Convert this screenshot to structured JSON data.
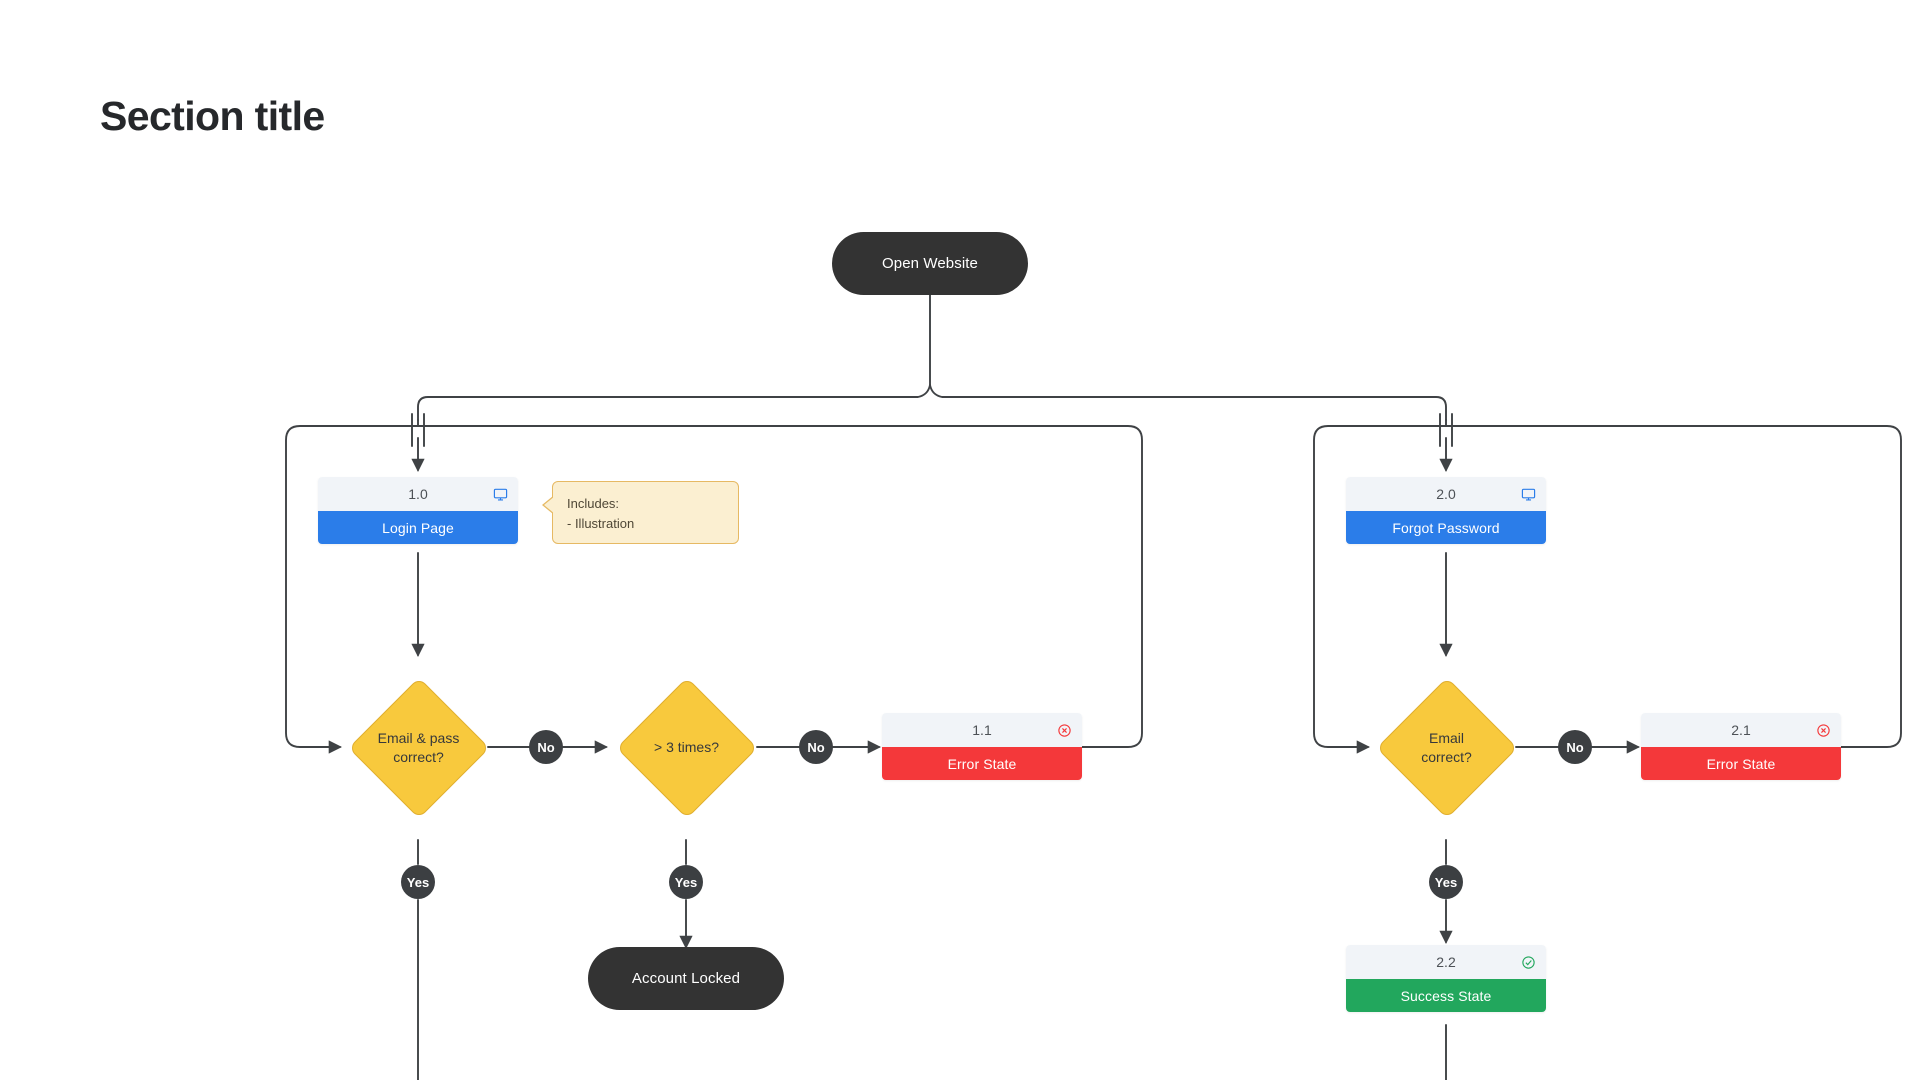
{
  "page": {
    "title": "Section title",
    "background_color": "#ffffff"
  },
  "palette": {
    "terminator": "#333333",
    "decision": "#F8C93D",
    "decision_border": "#E0AE2E",
    "screen_blue": "#2B7DE9",
    "error_red": "#F4383A",
    "success_green": "#22A75D",
    "card_header": "#f1f4f8",
    "note_fill": "#FBEFD1",
    "note_border": "#E6B963",
    "badge": "#3c3f42",
    "connector": "#3f4245",
    "title_color": "#26282b"
  },
  "nodes": {
    "start": {
      "label": "Open Website",
      "type": "terminator"
    },
    "login_page": {
      "number": "1.0",
      "label": "Login Page",
      "type": "screen",
      "icon": "monitor-icon",
      "color": "blue"
    },
    "note_login": {
      "title": "Includes:",
      "item": "- Illustration"
    },
    "decision_email_pass": {
      "label_line1": "Email & pass",
      "label_line2": "correct?",
      "type": "decision"
    },
    "decision_three_times": {
      "label_line1": "> 3 times?",
      "label_line2": "",
      "type": "decision"
    },
    "error_1_1": {
      "number": "1.1",
      "label": "Error State",
      "type": "screen",
      "icon": "error-circle-icon",
      "color": "red"
    },
    "account_locked": {
      "label": "Account Locked",
      "type": "terminator"
    },
    "forgot_password": {
      "number": "2.0",
      "label": "Forgot Password",
      "type": "screen",
      "icon": "monitor-icon",
      "color": "blue"
    },
    "decision_email_correct": {
      "label_line1": "Email",
      "label_line2": "correct?",
      "type": "decision"
    },
    "error_2_1": {
      "number": "2.1",
      "label": "Error State",
      "type": "screen",
      "icon": "error-circle-icon",
      "color": "red"
    },
    "success_2_2": {
      "number": "2.2",
      "label": "Success State",
      "type": "screen",
      "icon": "check-circle-icon",
      "color": "green"
    }
  },
  "edge_labels": {
    "no_1": "No",
    "no_2": "No",
    "no_3": "No",
    "yes_1": "Yes",
    "yes_2": "Yes",
    "yes_3": "Yes"
  }
}
